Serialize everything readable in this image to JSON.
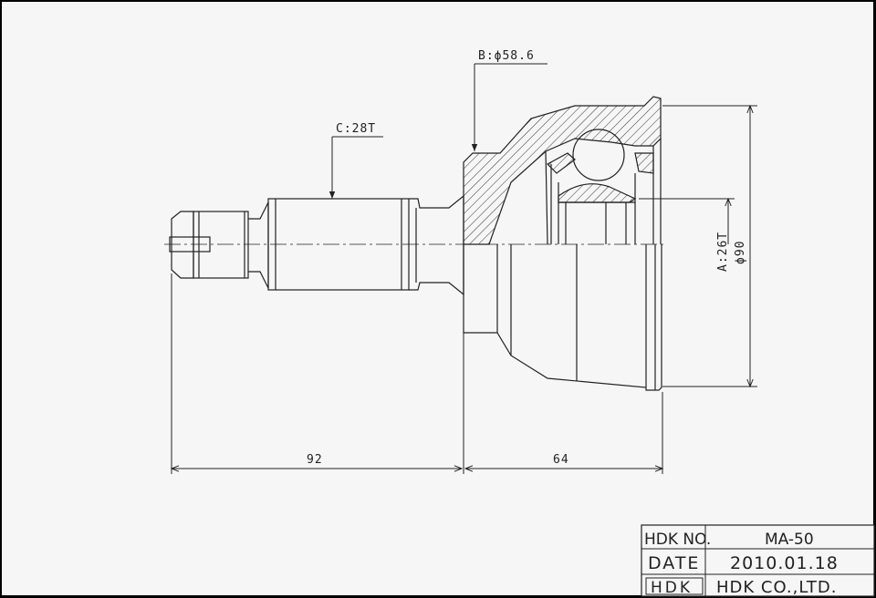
{
  "callouts": {
    "spline_outer": "C:28T",
    "outer_dia": "B:ϕ58.6",
    "spline_inner": "A:26T",
    "bell_dia": "ϕ90"
  },
  "dimensions": {
    "shaft_length": "92",
    "housing_length": "64"
  },
  "title_block": {
    "hdk_no_label": "HDK NO.",
    "hdk_no_value": "MA-50",
    "date_label": "DATE",
    "date_value": "2010.01.18",
    "logo": "HDK",
    "company": "HDK CO.,LTD."
  },
  "colors": {
    "paper": "#f6f6f6",
    "ink": "#222222",
    "border": "#000000"
  }
}
